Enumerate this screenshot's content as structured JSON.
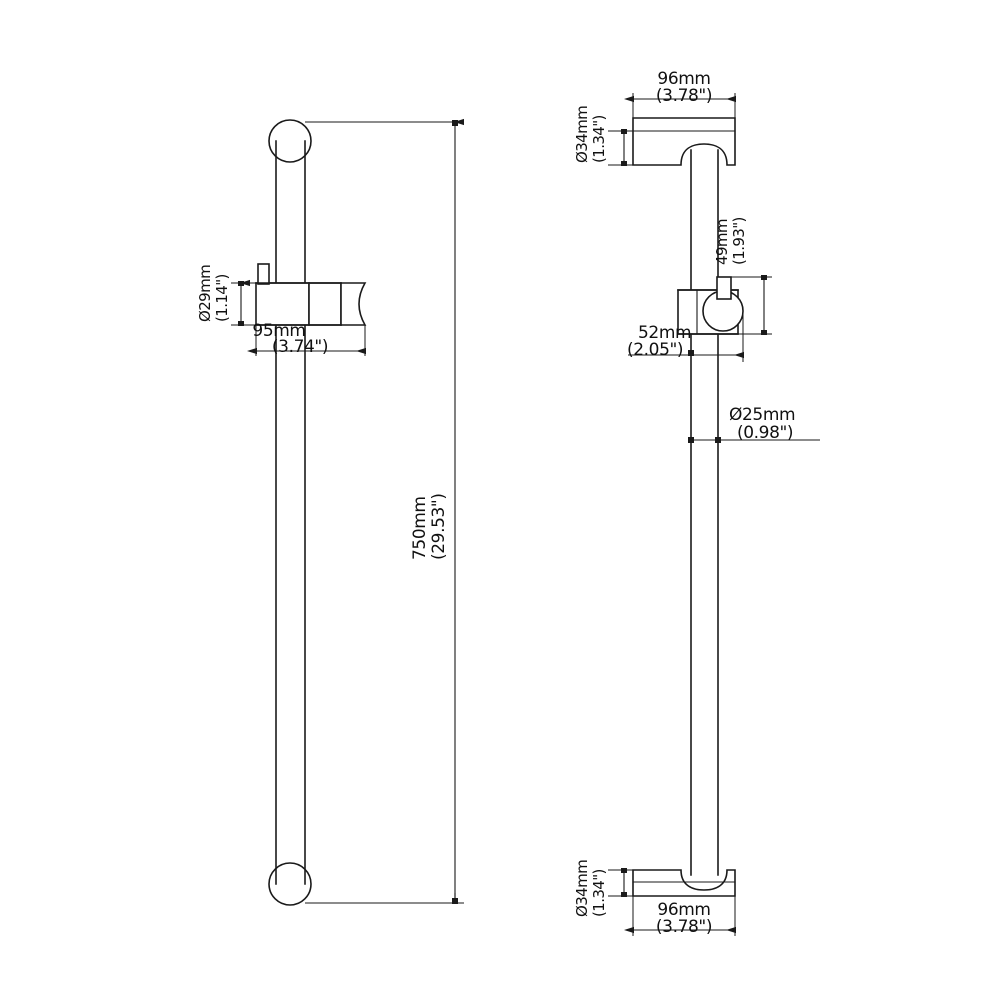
{
  "document": {
    "type": "technical-dimension-drawing",
    "subject": "Shower slide bar rail with adjustable handheld holder",
    "background_color": "#ffffff",
    "line_color": "#1a1a1a",
    "views": [
      {
        "name": "front-view",
        "position": "left"
      },
      {
        "name": "side-view",
        "position": "right"
      }
    ]
  },
  "front_view": {
    "name": "front-view",
    "dimensions": {
      "holder_diameter": {
        "value_mm": "Ø29mm",
        "value_in": "(1.14\")",
        "orientation": "vertical"
      },
      "holder_length": {
        "value_mm": "95mm",
        "value_in": "(3.74\")",
        "orientation": "horizontal"
      },
      "rail_length": {
        "value_mm": "750mm",
        "value_in": "(29.53\")",
        "orientation": "vertical"
      }
    }
  },
  "side_view": {
    "name": "side-view",
    "dimensions": {
      "top_bracket_width": {
        "value_mm": "96mm",
        "value_in": "(3.78\")",
        "orientation": "horizontal"
      },
      "top_bracket_height": {
        "value_mm": "Ø34mm",
        "value_in": "(1.34\")",
        "orientation": "vertical"
      },
      "slider_offset": {
        "value_mm": "49mm",
        "value_in": "(1.93\")",
        "orientation": "vertical"
      },
      "slider_depth": {
        "value_mm": "52mm",
        "value_in": "(2.05\")",
        "orientation": "horizontal"
      },
      "rail_diameter": {
        "value_mm": "Ø25mm",
        "value_in": "(0.98\")",
        "orientation": "horizontal"
      },
      "bottom_bracket_height": {
        "value_mm": "Ø34mm",
        "value_in": "(1.34\")",
        "orientation": "vertical"
      },
      "bottom_bracket_width": {
        "value_mm": "96mm",
        "value_in": "(3.78\")",
        "orientation": "horizontal"
      }
    }
  }
}
